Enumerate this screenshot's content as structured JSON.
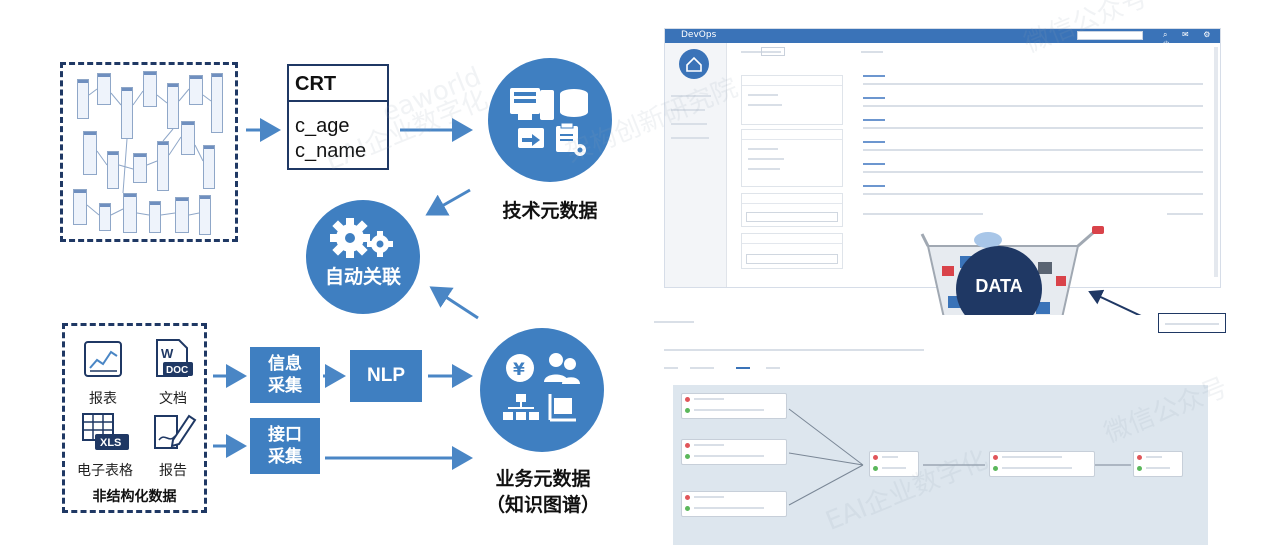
{
  "crt": {
    "header": "CRT",
    "fields": [
      "c_age",
      "c_name"
    ]
  },
  "technical_metadata": {
    "label": "技术元数据"
  },
  "auto_association": {
    "label": "自动关联"
  },
  "business_metadata": {
    "label_line1": "业务元数据",
    "label_line2": "（知识图谱）"
  },
  "unstructured": {
    "items": [
      {
        "label": "报表",
        "icon": "report-chart-icon"
      },
      {
        "label": "文档",
        "icon": "word-doc-icon",
        "badge": "DOC"
      },
      {
        "label": "电子表格",
        "icon": "excel-sheet-icon",
        "badge": "XLS"
      },
      {
        "label": "报告",
        "icon": "pen-report-icon"
      }
    ],
    "title": "非结构化数据"
  },
  "process": {
    "info_collect": {
      "line1": "信息",
      "line2": "采集"
    },
    "api_collect": {
      "line1": "接口",
      "line2": "采集"
    },
    "nlp": "NLP"
  },
  "devops": {
    "app_title": "DevOps"
  },
  "cart": {
    "badge": "DATA"
  },
  "colors": {
    "primary_blue": "#3f7fc1",
    "dark_navy": "#1f3864",
    "arrow_blue": "#4a86c5",
    "header_blue": "#3a73b8",
    "canvas_gray": "#dde6ee"
  },
  "watermarks": [
    "微信公众号",
    "EAI企业数字化",
    "eaworld",
    "架构创新研究院"
  ]
}
